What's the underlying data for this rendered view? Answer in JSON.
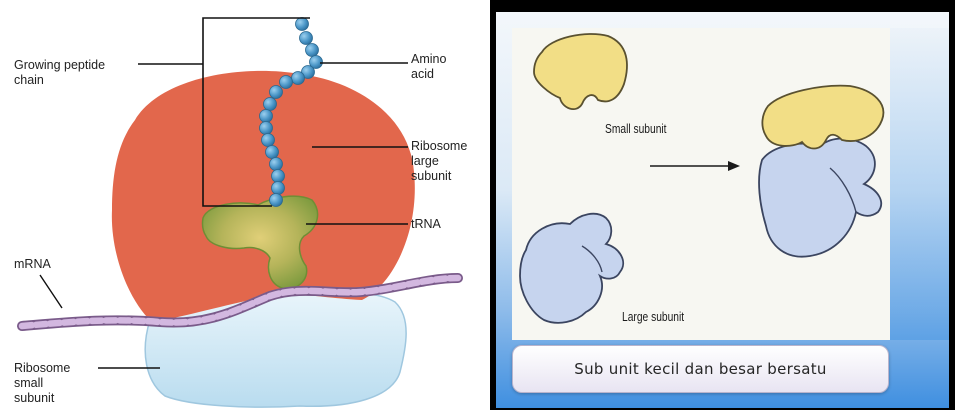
{
  "left_diagram": {
    "labels": {
      "growing_peptide_chain": "Growing peptide\nchain",
      "amino_acid": "Amino\nacid",
      "ribosome_large_subunit": "Ribosome\nlarge\nsubunit",
      "trna": "tRNA",
      "mrna": "mRNA",
      "ribosome_small_subunit": "Ribosome\nsmall\nsubunit"
    },
    "colors": {
      "large_subunit": "#e2674c",
      "small_subunit": "#cfe7f3",
      "trna": "#8ea84a",
      "mrna": "#b895c7",
      "amino_acid_bead": "#4c97c8"
    }
  },
  "right_diagram": {
    "labels": {
      "small_subunit": "Small subunit",
      "large_subunit": "Large subunit"
    },
    "caption": "Sub unit kecil dan besar bersatu",
    "colors": {
      "small_subunit": "#f2de86",
      "large_subunit": "#c6d4ee",
      "background_bottom": "#3f8fe0"
    }
  }
}
